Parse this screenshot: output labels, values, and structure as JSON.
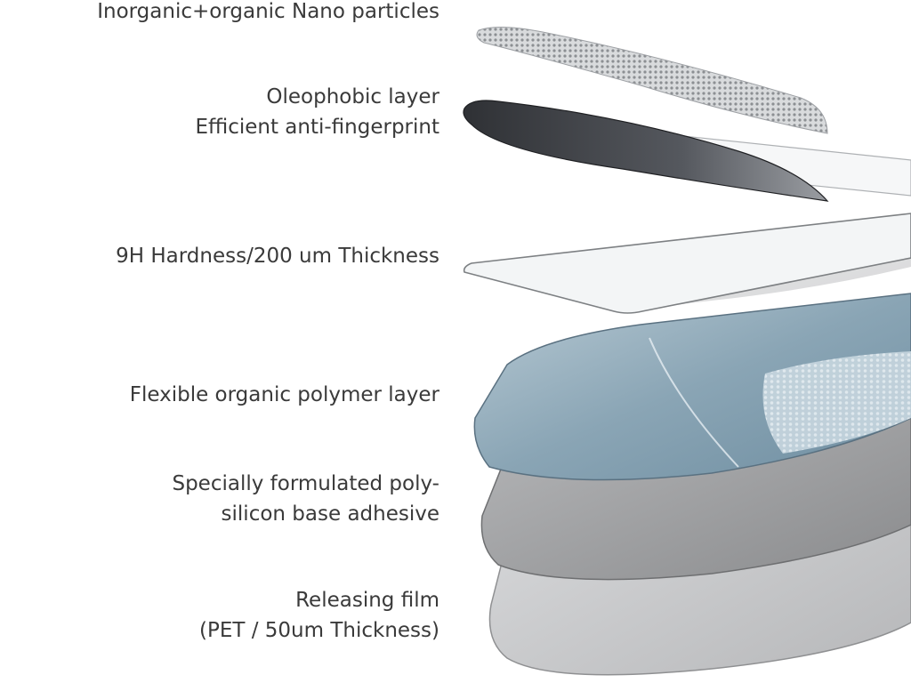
{
  "layers": [
    {
      "id": "nano",
      "lines": [
        "Inorganic+organic Nano particles"
      ]
    },
    {
      "id": "oleophobic",
      "lines": [
        "Oleophobic layer",
        "Efficient anti-fingerprint"
      ]
    },
    {
      "id": "hardness",
      "lines": [
        "9H Hardness/200 um Thickness"
      ]
    },
    {
      "id": "polymer",
      "lines": [
        "Flexible organic polymer layer"
      ]
    },
    {
      "id": "adhesive",
      "lines": [
        "Specially formulated poly-",
        "silicon base adhesive"
      ]
    },
    {
      "id": "film",
      "lines": [
        "Releasing film",
        "(PET / 50um Thickness)"
      ]
    }
  ],
  "colors": {
    "text": "#3a3a3a",
    "nano": "#b9bcc0",
    "oleophobic": "#3d3f44",
    "glass": "#eef1f3",
    "polymer": "#8fa9b8",
    "adhesive": "#9a9b9d",
    "film": "#c8c9cb"
  }
}
